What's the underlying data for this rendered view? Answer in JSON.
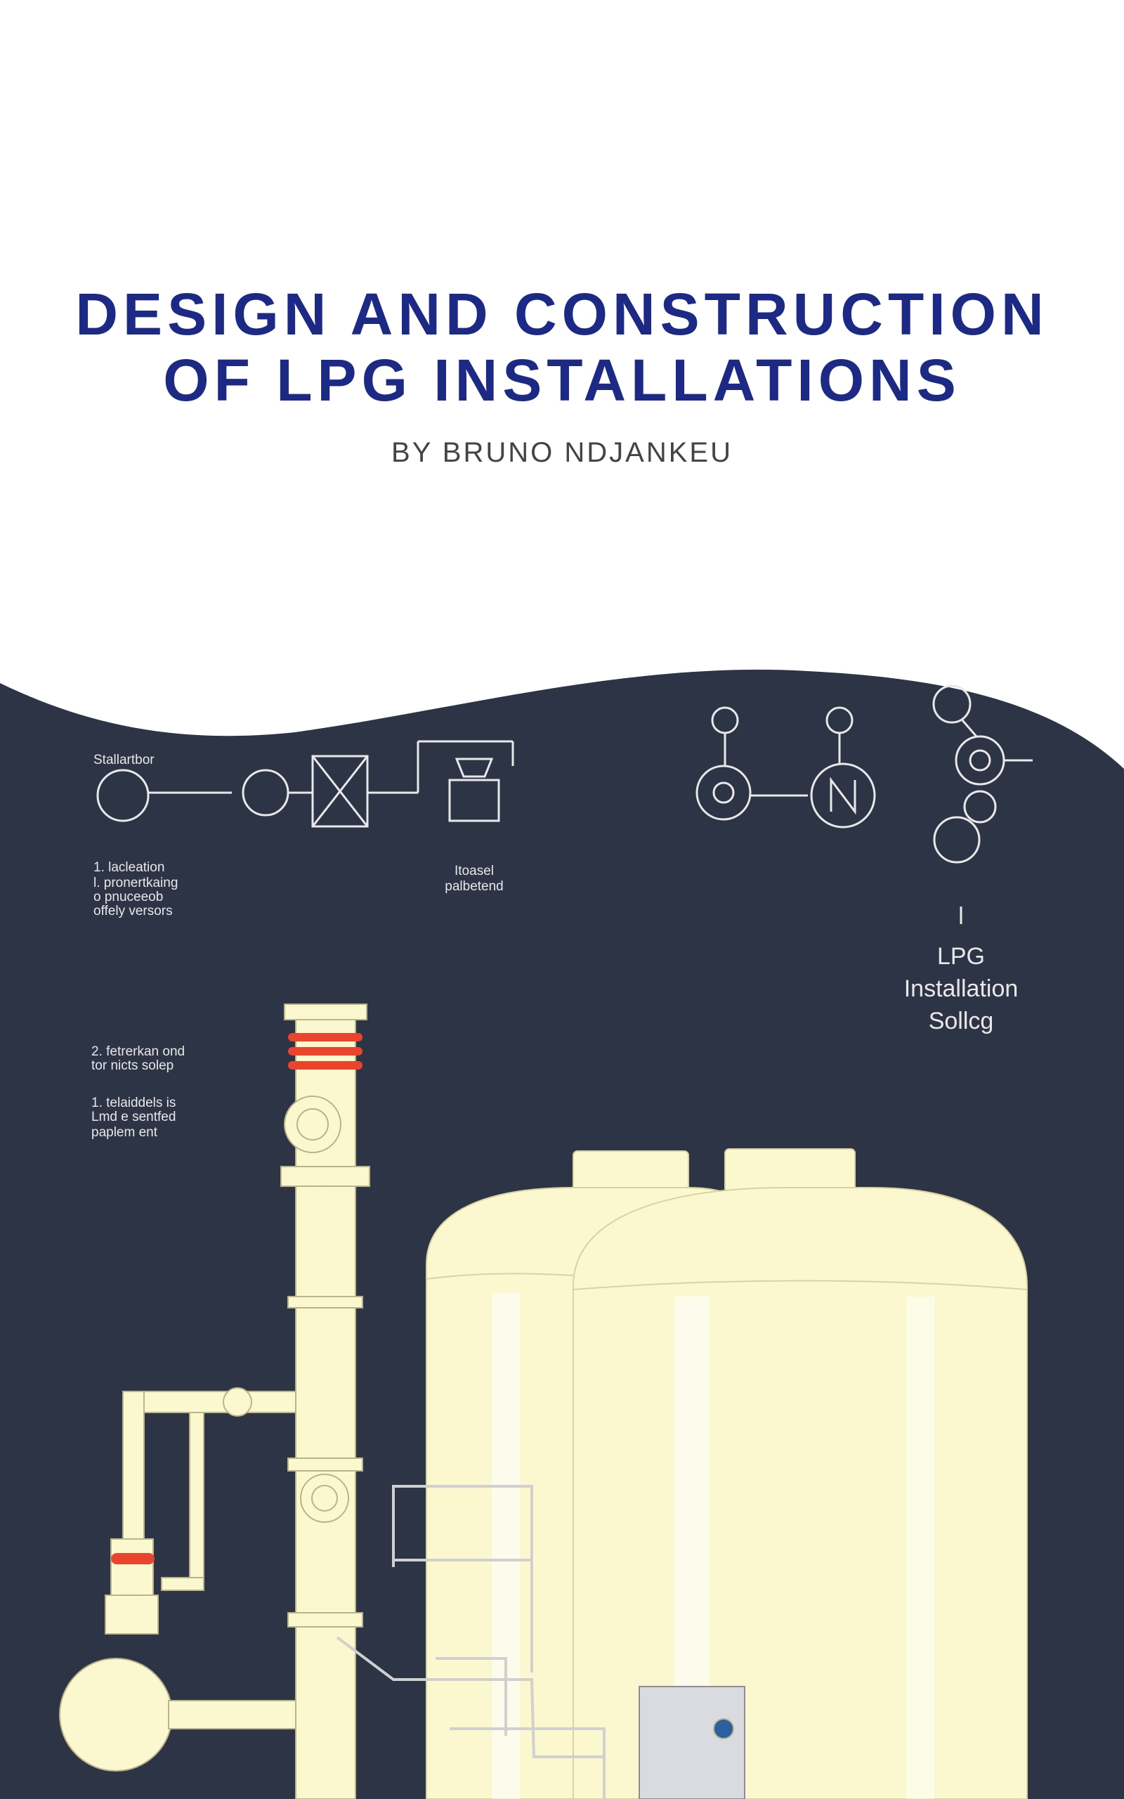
{
  "cover": {
    "title_line1": "DESIGN AND CONSTRUCTION",
    "title_line2": "OF LPG INSTALLATIONS",
    "author": "BY BRUNO NDJANKEU"
  },
  "illustration": {
    "labels": {
      "a": "Stallartbor",
      "b": "1. lacleation",
      "c": "l. pronertkaing",
      "d": "o pnuceeob",
      "e": "offely versors",
      "f": "Itoasel",
      "g": "palbetend",
      "h": "2. fetrerkan ond",
      "i": "tor nicts solep",
      "j": "1. telaiddels is",
      "k": "Lmd e sentfed",
      "l": "paplem ent",
      "m": "LPG",
      "n": "Installation",
      "o": "Sollcg"
    },
    "colors": {
      "background": "#2d3445",
      "tank": "#fbf8cf",
      "accent": "#e8452c",
      "title": "#1c2a86"
    }
  }
}
